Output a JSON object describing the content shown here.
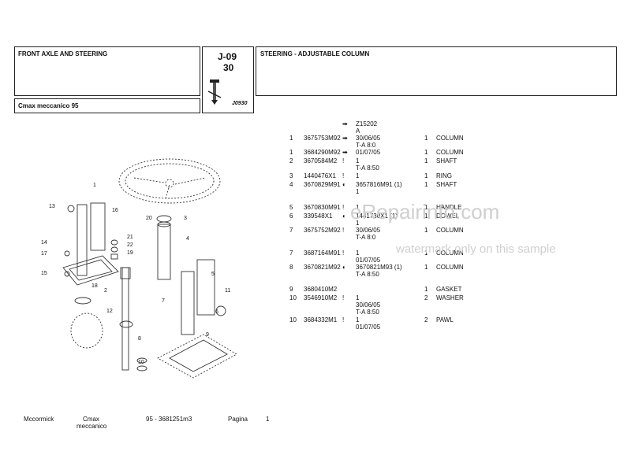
{
  "header": {
    "section_title": "FRONT AXLE AND STEERING",
    "model": "Cmax meccanico 95",
    "code_top": "J-09",
    "code_bottom": "30",
    "figure_code": "J0930",
    "page_title": "STEERING - ADJUSTABLE COLUMN"
  },
  "watermark": {
    "main": "eRepairinfo.com",
    "sub": "watermark only on this sample"
  },
  "parts_header": {
    "ref": "Z15202",
    "ref_sub": "A"
  },
  "parts": [
    {
      "pos": "1",
      "part": "3675753M92",
      "mark": "arrow",
      "alt": "30/06/05",
      "alt2": "T-A 8:0",
      "qty": "1",
      "desc": "COLUMN"
    },
    {
      "pos": "1",
      "part": "3684290M92",
      "mark": "arrow",
      "alt": "01/07/05",
      "alt2": "",
      "qty": "1",
      "desc": "COLUMN"
    },
    {
      "pos": "2",
      "part": "3670584M2",
      "mark": "!",
      "alt": "1",
      "alt2": "T-A 8:50",
      "qty": "1",
      "desc": "SHAFT"
    },
    {
      "pos": "3",
      "part": "1440476X1",
      "mark": "!",
      "alt": "1",
      "alt2": "",
      "qty": "1",
      "desc": "RING"
    },
    {
      "pos": "4",
      "part": "3670829M91",
      "mark": "circle",
      "alt": "3657816M91 (1)",
      "alt2": "1",
      "qty": "1",
      "desc": "SHAFT"
    },
    {
      "pos": "5",
      "part": "3670830M91",
      "mark": "!",
      "alt": "1",
      "alt2": "",
      "qty": "1",
      "desc": "HANDLE"
    },
    {
      "pos": "6",
      "part": "339548X1",
      "mark": "circle",
      "alt": "1441730X1 (1)",
      "alt2": "1",
      "qty": "1",
      "desc": "DOWEL"
    },
    {
      "pos": "7",
      "part": "3675752M92",
      "mark": "!",
      "alt": "30/06/05",
      "alt2": "T-A 8:0",
      "qty": "1",
      "desc": "COLUMN"
    },
    {
      "pos": "7",
      "part": "3687164M91",
      "mark": "!",
      "alt": "1",
      "alt2": "01/07/05",
      "qty": "1",
      "desc": "COLUMN"
    },
    {
      "pos": "8",
      "part": "3670821M92",
      "mark": "circle",
      "alt": "3670821M93 (1)",
      "alt2": "T-A 8:50",
      "qty": "1",
      "desc": "COLUMN"
    },
    {
      "pos": "9",
      "part": "3680410M2",
      "mark": "",
      "alt": "",
      "alt2": "",
      "qty": "1",
      "desc": "GASKET"
    },
    {
      "pos": "10",
      "part": "3546910M2",
      "mark": "!",
      "alt": "1",
      "alt2": "30/06/05",
      "qty": "2",
      "desc": "WASHER"
    },
    {
      "pos": "10",
      "part": "3684332M1",
      "mark": "!",
      "alt": "1",
      "alt2": "01/07/05",
      "qty": "2",
      "desc": "PAWL"
    }
  ],
  "extra_lines": [
    "T-A 8:50"
  ],
  "callouts": [
    "1",
    "2",
    "3",
    "4",
    "5",
    "6",
    "7",
    "8",
    "9",
    "10",
    "11",
    "12",
    "13",
    "14",
    "15",
    "16",
    "17",
    "18",
    "19",
    "20",
    "21",
    "22"
  ],
  "footer": {
    "brand": "Mccormick",
    "model_line1": "Cmax",
    "model_line2": "meccanico",
    "doc": "95 - 3681251m3",
    "page_label": "Pagina",
    "page_num": "1"
  }
}
